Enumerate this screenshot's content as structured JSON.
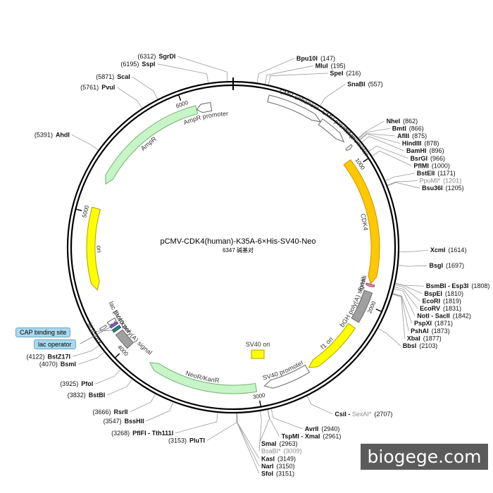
{
  "title": "pCMV-CDK4(human)-K35A-6×His-SV40-Neo",
  "subtitle": "6347 碱基对",
  "watermark": "biogege.com",
  "total_bp": 6347,
  "ticks": [
    {
      "pos": 1000,
      "label": "1000"
    },
    {
      "pos": 2000,
      "label": "2000"
    },
    {
      "pos": 3000,
      "label": "3000"
    },
    {
      "pos": 4000,
      "label": "4000"
    },
    {
      "pos": 5000,
      "label": "5000"
    },
    {
      "pos": 6000,
      "label": "6000"
    }
  ],
  "features": [
    {
      "id": "cmv-enhancer",
      "label": "CMV enhancer",
      "start": 235,
      "end": 614,
      "dir": 1,
      "fill": "#ffffff",
      "stroke": "#666666",
      "ring": "outer",
      "arrow": true
    },
    {
      "id": "cmv-promoter",
      "label": "CMV promoter",
      "start": 615,
      "end": 818,
      "dir": 1,
      "fill": "#ffffff",
      "stroke": "#666666",
      "ring": "outer",
      "arrow": true
    },
    {
      "id": "t7-promoter",
      "label": "T7 promoter",
      "start": 863,
      "end": 881,
      "dir": 1,
      "fill": "#ffffff",
      "stroke": "#666666",
      "ring": "outer",
      "arrow": true
    },
    {
      "id": "cdk4",
      "label": "CDK4",
      "start": 940,
      "end": 1850,
      "dir": 1,
      "fill": "#ffc800",
      "stroke": "#c79600",
      "ring": "inner",
      "arrow": true
    },
    {
      "id": "6xhis",
      "label": "6xHis",
      "start": 1852,
      "end": 1870,
      "dir": 1,
      "fill": "#e08aa6",
      "stroke": "#a04a66",
      "ring": "inner",
      "arrow": true
    },
    {
      "id": "bgh-polya",
      "label": "bGH poly(A) signal",
      "start": 1908,
      "end": 2132,
      "dir": 1,
      "fill": "#a0a0a0",
      "stroke": "#6a6a6a",
      "ring": "inner",
      "arrow": false
    },
    {
      "id": "f1-ori",
      "label": "f1 ori",
      "start": 2178,
      "end": 2606,
      "dir": 1,
      "fill": "#ffff00",
      "stroke": "#b0a000",
      "ring": "inner",
      "arrow": true
    },
    {
      "id": "sv40-promoter",
      "label": "SV40 promoter",
      "start": 2620,
      "end": 2950,
      "dir": 1,
      "fill": "#ffffff",
      "stroke": "#666666",
      "ring": "inner",
      "arrow": true
    },
    {
      "id": "sv40-ori",
      "label": "SV40 ori",
      "start": 2800,
      "end": 2936,
      "dir": 1,
      "fill": "#ffff00",
      "stroke": "#b0a000",
      "ring": "box",
      "arrow": false
    },
    {
      "id": "neor-kanr",
      "label": "NeoR/KanR",
      "start": 3010,
      "end": 3805,
      "dir": 1,
      "fill": "#c8f5c8",
      "stroke": "#6fb06f",
      "ring": "inner",
      "arrow": true
    },
    {
      "id": "sv40-polya",
      "label": "SV40 poly(A) signal",
      "start": 3990,
      "end": 4112,
      "dir": -1,
      "fill": "#a0a0a0",
      "stroke": "#6a6a6a",
      "ring": "inner",
      "arrow": false
    },
    {
      "id": "cap-site",
      "label": "",
      "start": 4133,
      "end": 4154,
      "dir": -1,
      "fill": "#2e7d7d",
      "stroke": "#1e5d5d",
      "ring": "inner",
      "arrow": false
    },
    {
      "id": "lac-operator",
      "label": "",
      "start": 4169,
      "end": 4185,
      "dir": -1,
      "fill": "#8a5cc0",
      "stroke": "#5a3c90",
      "ring": "inner",
      "arrow": false
    },
    {
      "id": "lac-promoter",
      "label": "lac promoter",
      "start": 4186,
      "end": 4216,
      "dir": -1,
      "fill": "#ffffff",
      "stroke": "#666666",
      "ring": "inner",
      "arrow": true
    },
    {
      "id": "m13-rev",
      "label": "M13 rev",
      "start": 4190,
      "end": 4206,
      "dir": -1,
      "fill": "#ffffff",
      "stroke": "#666666",
      "ring": "outer",
      "arrow": true
    },
    {
      "id": "ori",
      "label": "ori",
      "start": 4452,
      "end": 5040,
      "dir": -1,
      "fill": "#ffff00",
      "stroke": "#b0a000",
      "ring": "inner",
      "arrow": true
    },
    {
      "id": "ampr",
      "label": "AmpR",
      "start": 5225,
      "end": 6085,
      "dir": -1,
      "fill": "#c8f5c8",
      "stroke": "#6fb06f",
      "ring": "inner",
      "arrow": true
    },
    {
      "id": "ampr-promoter",
      "label": "AmpR promoter",
      "start": 6086,
      "end": 6190,
      "dir": -1,
      "fill": "#ffffff",
      "stroke": "#666666",
      "ring": "inner",
      "arrow": true
    }
  ],
  "sites": [
    {
      "name": "SgrDI",
      "pos": "(6312)",
      "bp": 6312,
      "side": "L"
    },
    {
      "name": "SspI",
      "pos": "(6195)",
      "bp": 6195,
      "side": "L"
    },
    {
      "name": "ScaI",
      "pos": "(5871)",
      "bp": 5871,
      "side": "L"
    },
    {
      "name": "PvuI",
      "pos": "(5761)",
      "bp": 5761,
      "side": "L"
    },
    {
      "name": "AhdI",
      "pos": "(5391)",
      "bp": 5391,
      "side": "L"
    },
    {
      "name": "BstZ17I",
      "pos": "(4122)",
      "bp": 4122,
      "side": "L"
    },
    {
      "name": "BsmI",
      "pos": "(4070)",
      "bp": 4070,
      "side": "L"
    },
    {
      "name": "PfoI",
      "pos": "(3925)",
      "bp": 3925,
      "side": "L"
    },
    {
      "name": "BstBI",
      "pos": "(3832)",
      "bp": 3832,
      "side": "L"
    },
    {
      "name": "RsrII",
      "pos": "(3666)",
      "bp": 3666,
      "side": "L"
    },
    {
      "name": "BssHII",
      "pos": "(3547)",
      "bp": 3547,
      "side": "L"
    },
    {
      "name": "PflFI - Tth111I",
      "pos": "(3268)",
      "bp": 3268,
      "side": "L"
    },
    {
      "name": "PluTI",
      "pos": "(3153)",
      "bp": 3153,
      "side": "L"
    },
    {
      "name": "Bpu10I",
      "pos": "(147)",
      "bp": 147,
      "side": "R"
    },
    {
      "name": "MluI",
      "pos": "(195)",
      "bp": 195,
      "side": "R"
    },
    {
      "name": "SpeI",
      "pos": "(216)",
      "bp": 216,
      "side": "R"
    },
    {
      "name": "SnaBI",
      "pos": "(557)",
      "bp": 557,
      "side": "R"
    },
    {
      "name": "NheI",
      "pos": "(862)",
      "bp": 862,
      "side": "R"
    },
    {
      "name": "BmtI",
      "pos": "(866)",
      "bp": 866,
      "side": "R"
    },
    {
      "name": "AflII",
      "pos": "(875)",
      "bp": 875,
      "side": "R"
    },
    {
      "name": "HindIII",
      "pos": "(878)",
      "bp": 878,
      "side": "R"
    },
    {
      "name": "BamHI",
      "pos": "(896)",
      "bp": 896,
      "side": "R"
    },
    {
      "name": "BsrGI",
      "pos": "(966)",
      "bp": 966,
      "side": "R"
    },
    {
      "name": "PflMI",
      "pos": "(1000)",
      "bp": 1000,
      "side": "R"
    },
    {
      "name": "BstEII",
      "pos": "(1171)",
      "bp": 1171,
      "side": "R"
    },
    {
      "name": "PpuMI*",
      "pos": "(1201)",
      "bp": 1201,
      "side": "R",
      "muted": true
    },
    {
      "name": "Bsu36I",
      "pos": "(1205)",
      "bp": 1205,
      "side": "R"
    },
    {
      "name": "XcmI",
      "pos": "(1614)",
      "bp": 1614,
      "side": "R"
    },
    {
      "name": "BsgI",
      "pos": "(1697)",
      "bp": 1697,
      "side": "R"
    },
    {
      "name": "BsmBI - Esp3I",
      "pos": "(1808)",
      "bp": 1808,
      "side": "R"
    },
    {
      "name": "BspEI",
      "pos": "(1810)",
      "bp": 1810,
      "side": "R"
    },
    {
      "name": "EcoRI",
      "pos": "(1819)",
      "bp": 1819,
      "side": "R"
    },
    {
      "name": "EcoRV",
      "pos": "(1831)",
      "bp": 1831,
      "side": "R"
    },
    {
      "name": "NotI - SacII",
      "pos": "(1842)",
      "bp": 1842,
      "side": "R"
    },
    {
      "name": "PspXI",
      "pos": "(1871)",
      "bp": 1871,
      "side": "R"
    },
    {
      "name": "PshAI",
      "pos": "(1873)",
      "bp": 1873,
      "side": "R"
    },
    {
      "name": "XbaI",
      "pos": "(1877)",
      "bp": 1877,
      "side": "R"
    },
    {
      "name": "BbsI",
      "pos": "(2103)",
      "bp": 2103,
      "side": "R"
    },
    {
      "name": "CsiI - SexAI*",
      "pos": "(2707)",
      "bp": 2707,
      "side": "R",
      "split": true
    },
    {
      "name": "AvrII",
      "pos": "(2940)",
      "bp": 2940,
      "side": "R"
    },
    {
      "name": "TspMI - XmaI",
      "pos": "(2961)",
      "bp": 2961,
      "side": "R"
    },
    {
      "name": "SmaI",
      "pos": "(2963)",
      "bp": 2963,
      "side": "R"
    },
    {
      "name": "BsaBI*",
      "pos": "(3009)",
      "bp": 3009,
      "side": "R",
      "muted": true
    },
    {
      "name": "KasI",
      "pos": "(3149)",
      "bp": 3149,
      "side": "R"
    },
    {
      "name": "NarI",
      "pos": "(3150)",
      "bp": 3150,
      "side": "R"
    },
    {
      "name": "SfoI",
      "pos": "(3151)",
      "bp": 3151,
      "side": "R"
    }
  ],
  "side_labels": [
    {
      "id": "cap-binding-site",
      "text": "CAP binding site",
      "color": "#a9d9ee"
    },
    {
      "id": "lac-operator-label",
      "text": "lac operator",
      "color": "#a9d9ee"
    }
  ]
}
